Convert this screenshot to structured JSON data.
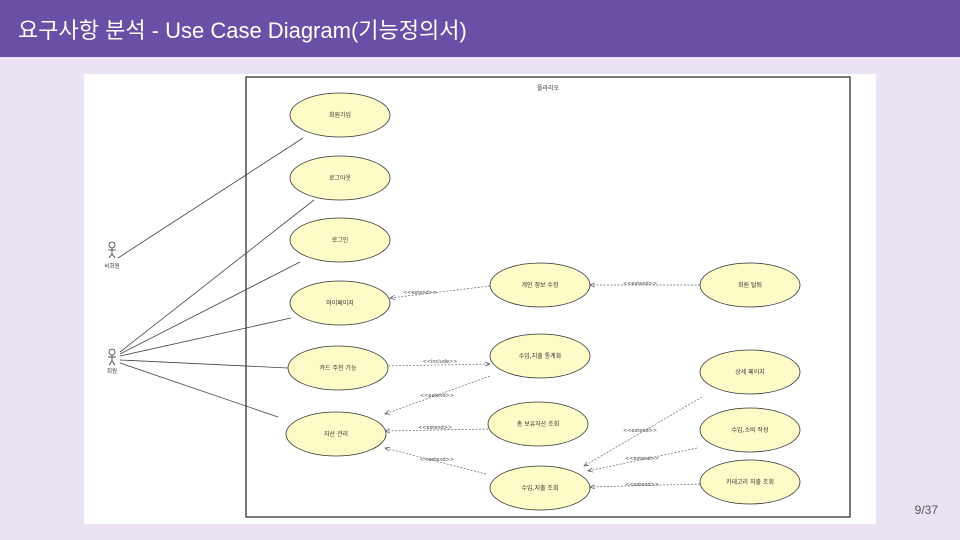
{
  "header": {
    "title": "요구사항 분석 - Use Case Diagram(기능정의서)"
  },
  "diagram": {
    "system_name": "플라리오",
    "actors": [
      {
        "id": "guest",
        "label": "비회원"
      },
      {
        "id": "member",
        "label": "회원"
      }
    ],
    "use_cases": [
      {
        "id": "signup",
        "label": "회원가입"
      },
      {
        "id": "logout",
        "label": "로그아웃"
      },
      {
        "id": "login",
        "label": "로그인"
      },
      {
        "id": "mypage",
        "label": "마이페이지"
      },
      {
        "id": "editinfo",
        "label": "개인 정보 수정"
      },
      {
        "id": "withdraw",
        "label": "회원 탈퇴"
      },
      {
        "id": "card",
        "label": "카드 주천 기능"
      },
      {
        "id": "stats",
        "label": "수입,지출 통계화"
      },
      {
        "id": "detail",
        "label": "상세 페이지"
      },
      {
        "id": "total",
        "label": "총 보유자산 조회"
      },
      {
        "id": "asset",
        "label": "자산 관리"
      },
      {
        "id": "write",
        "label": "수입,소비 작성"
      },
      {
        "id": "category",
        "label": "카테고리 지출 조회"
      },
      {
        "id": "view",
        "label": "수입,지출 조회"
      }
    ],
    "relations": [
      {
        "from": "editinfo",
        "to": "mypage",
        "label": "<<extend>>"
      },
      {
        "from": "withdraw",
        "to": "editinfo",
        "label": "<<extend>>"
      },
      {
        "from": "card",
        "to": "stats",
        "label": "<<include>>"
      },
      {
        "from": "stats",
        "to": "asset",
        "label": "<<extend>>"
      },
      {
        "from": "total",
        "to": "asset",
        "label": "<<extend>>"
      },
      {
        "from": "view",
        "to": "asset",
        "label": "<<extend>>"
      },
      {
        "from": "detail",
        "to": "view",
        "label": "<<extend>>"
      },
      {
        "from": "write",
        "to": "view",
        "label": "<<extend>>"
      },
      {
        "from": "category",
        "to": "view",
        "label": "<<extend>>"
      }
    ]
  },
  "footer": {
    "page": "9/37"
  }
}
